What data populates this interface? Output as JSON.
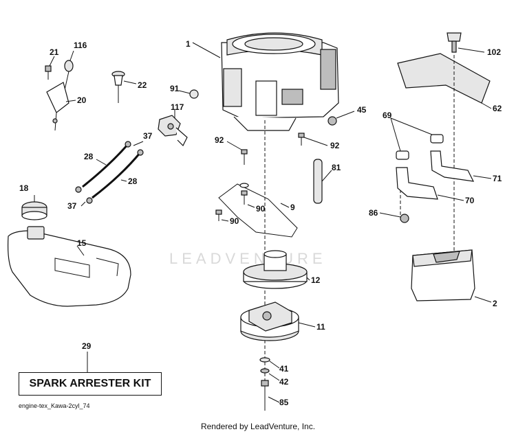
{
  "watermark": "LEADVENTURE",
  "footer": {
    "filename": "engine-tex_Kawa-2cyl_74",
    "rendered_by": "Rendered by LeadVenture, Inc."
  },
  "kit_box": {
    "label": "SPARK ARRESTER KIT",
    "callout": "29"
  },
  "callouts": {
    "c1": "1",
    "c2": "2",
    "c9": "9",
    "c11": "11",
    "c12": "12",
    "c15": "15",
    "c18": "18",
    "c20": "20",
    "c21": "21",
    "c22": "22",
    "c28a": "28",
    "c28b": "28",
    "c37a": "37",
    "c37b": "37",
    "c41": "41",
    "c42": "42",
    "c45": "45",
    "c62": "62",
    "c69": "69",
    "c70": "70",
    "c71": "71",
    "c81": "81",
    "c85": "85",
    "c86": "86",
    "c90a": "90",
    "c90b": "90",
    "c91": "91",
    "c92a": "92",
    "c92b": "92",
    "c102": "102",
    "c116": "116",
    "c117": "117"
  }
}
